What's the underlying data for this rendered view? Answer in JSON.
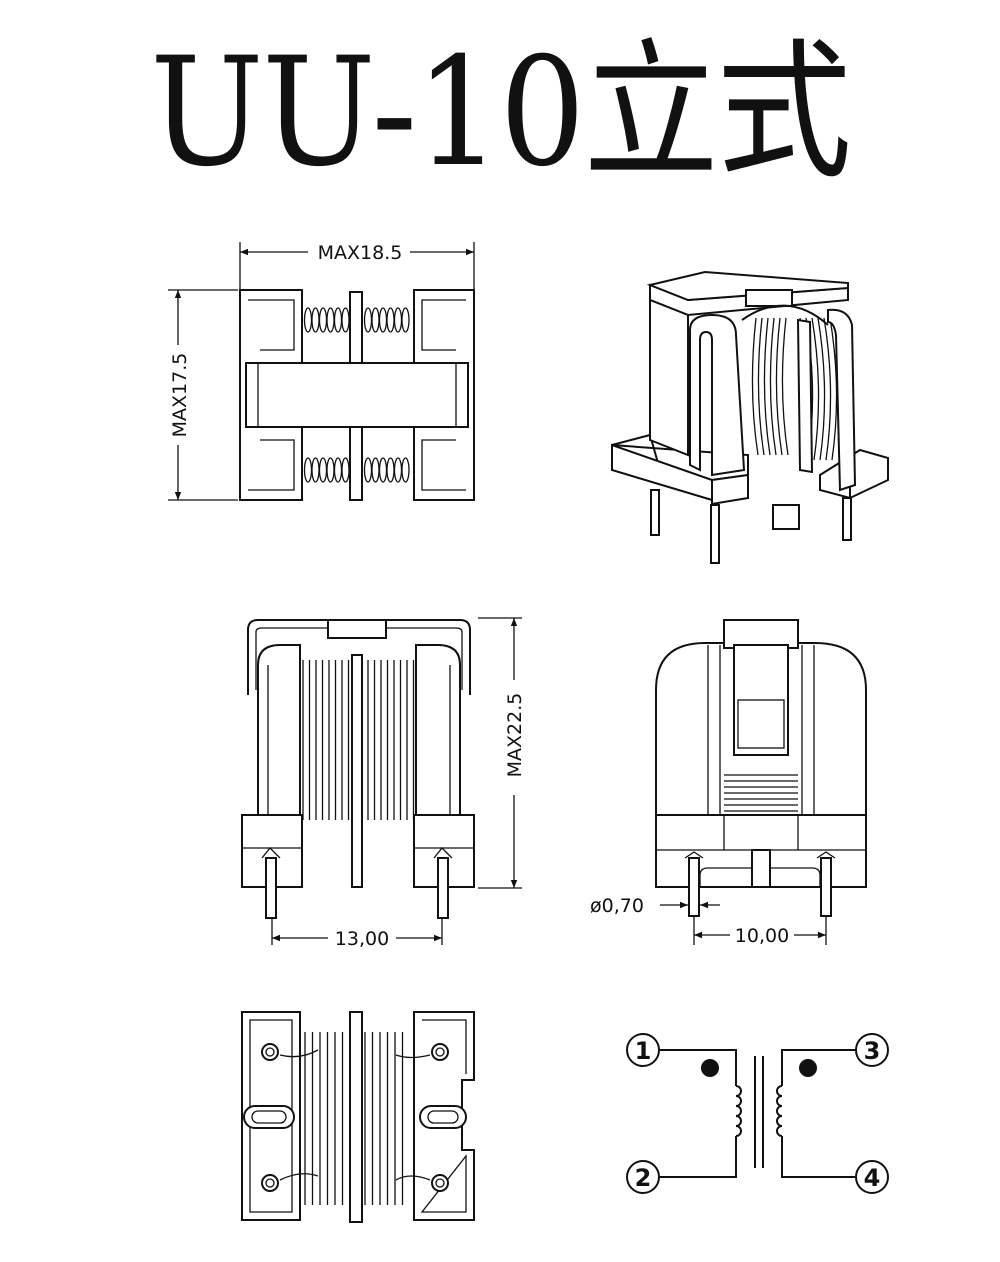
{
  "title": "UU-10立式",
  "top_view": {
    "width_label": "MAX18.5",
    "height_label": "MAX17.5"
  },
  "front_view": {
    "height_label": "MAX22.5",
    "pitch_label": "13,00"
  },
  "side_view": {
    "pin_diameter_label": "ø0,70",
    "pitch_label": "10,00"
  },
  "schematic": {
    "pins": [
      "1",
      "2",
      "3",
      "4"
    ]
  }
}
